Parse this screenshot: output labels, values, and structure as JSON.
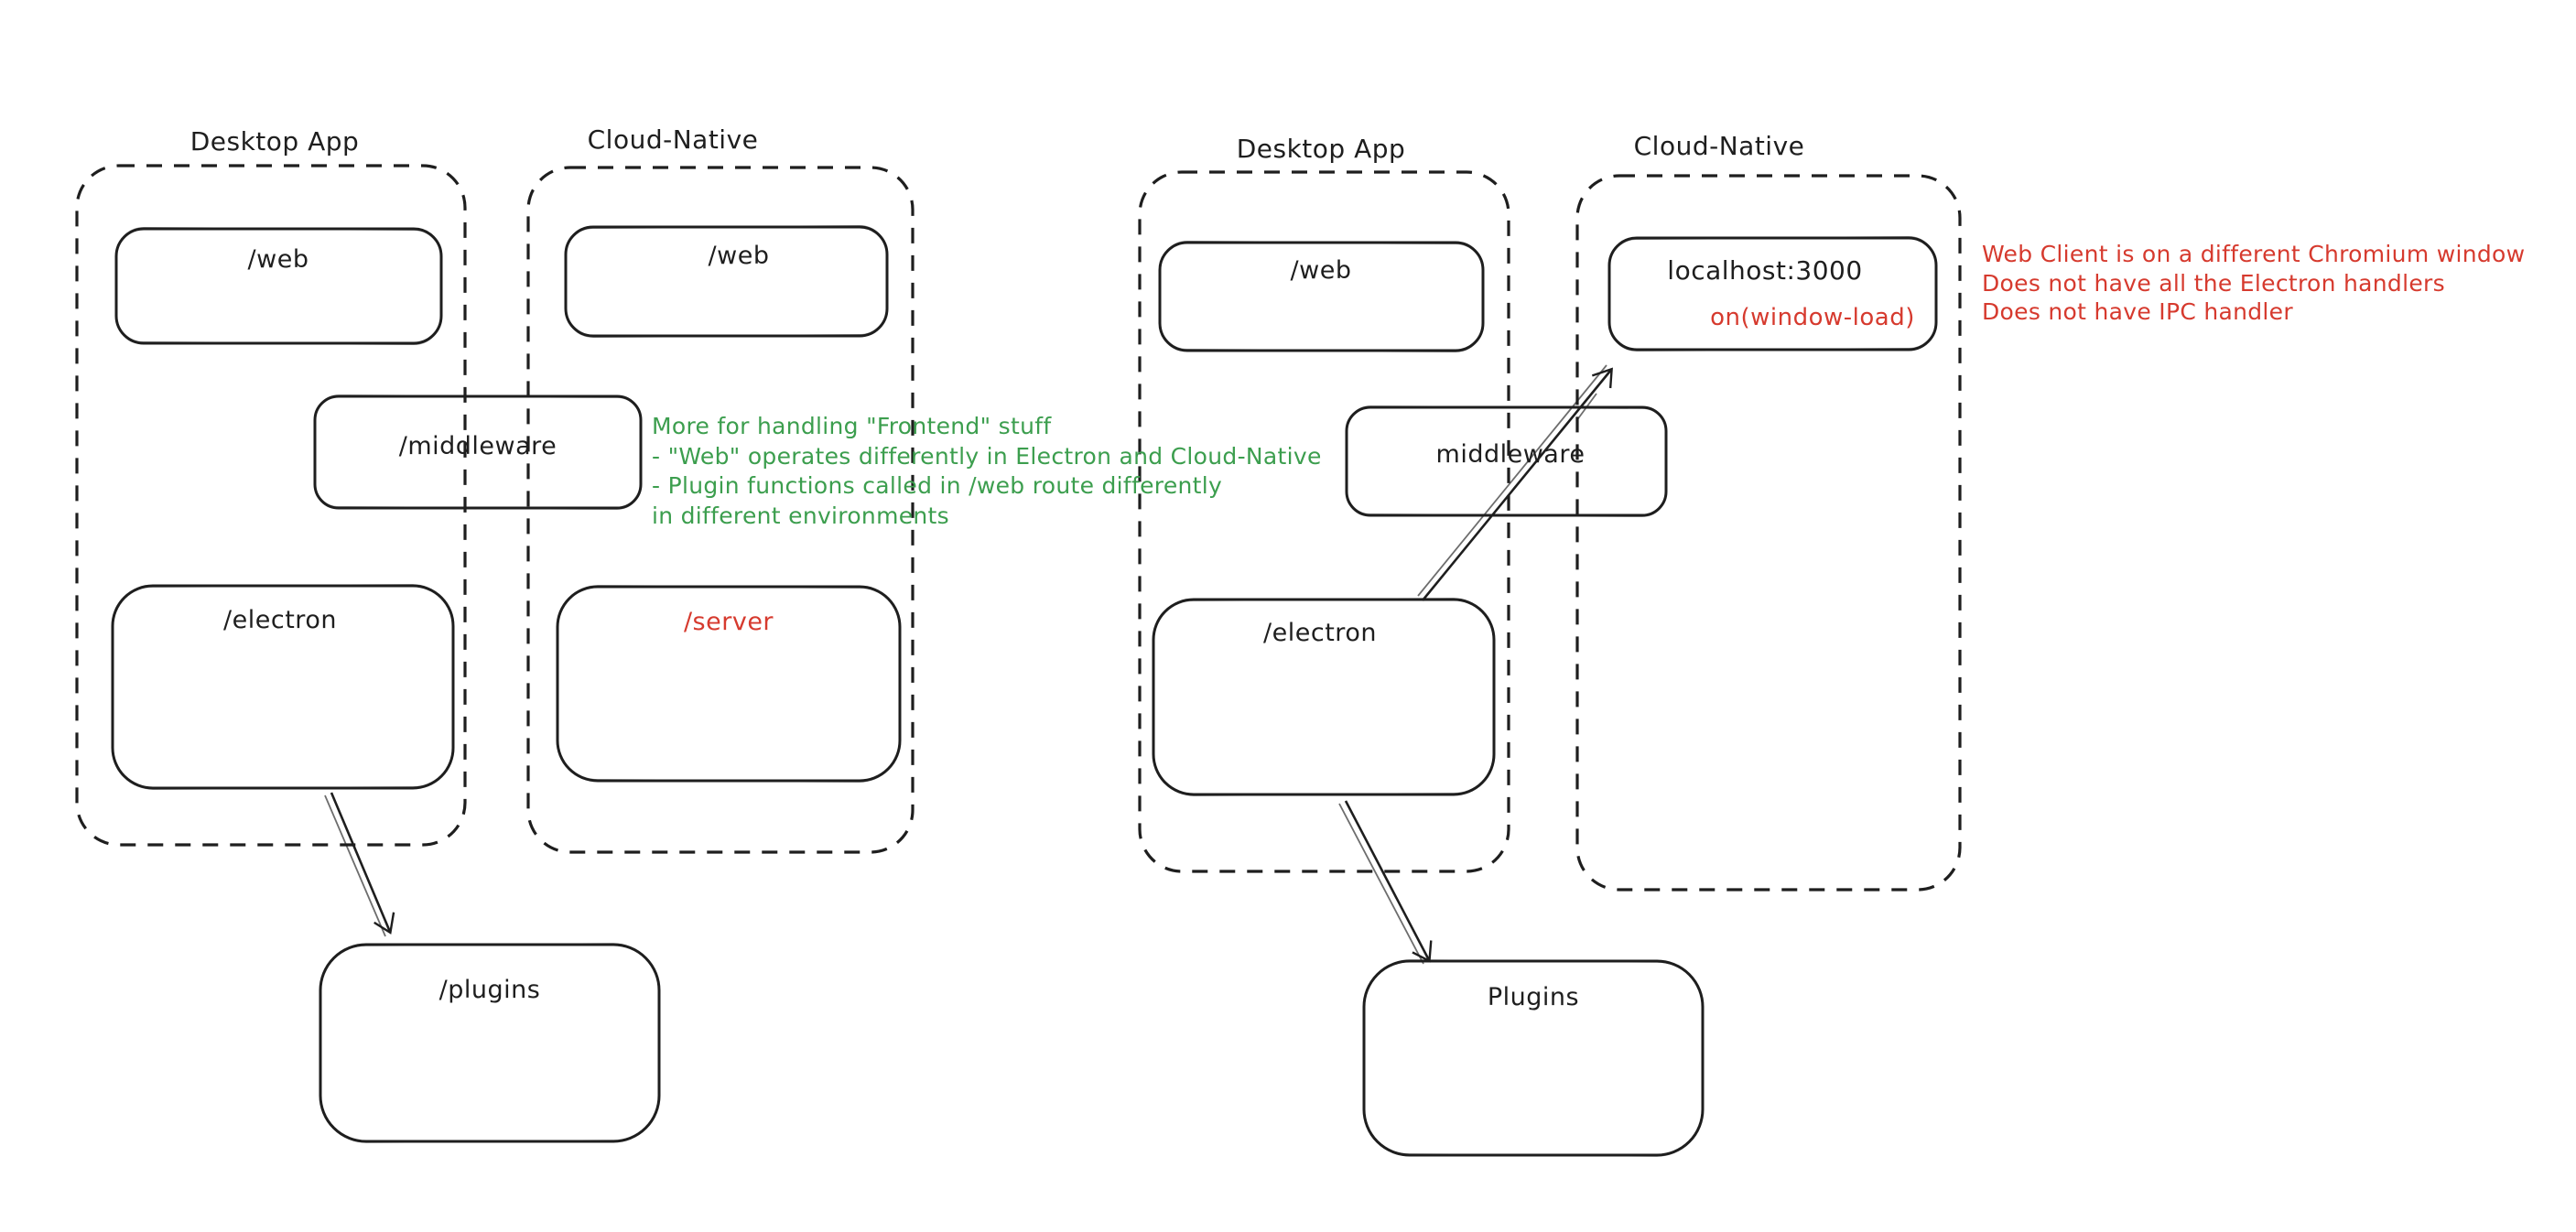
{
  "colors": {
    "ink": "#1e1e1e",
    "green": "#3c9e4e",
    "red": "#d63a2e",
    "background": "#ffffff"
  },
  "left_diagram": {
    "desktop_container_label": "Desktop App",
    "cloud_container_label": "Cloud-Native",
    "boxes": {
      "web_desktop": "/web",
      "web_cloud": "/web",
      "middleware": "/middleware",
      "electron": "/electron",
      "server": "/server",
      "plugins": "/plugins"
    },
    "note_color": "#3c9e4e",
    "note_lines": [
      "More for handling \"Frontend\" stuff",
      "- \"Web\" operates differently in Electron and Cloud-Native",
      "- Plugin functions called in /web route differently",
      "in different environments"
    ]
  },
  "right_diagram": {
    "desktop_container_label": "Desktop App",
    "cloud_container_label": "Cloud-Native",
    "boxes": {
      "web_desktop": "/web",
      "localhost": "localhost:3000",
      "on_window_load": "on(window-load)",
      "middleware": "middleware",
      "electron": "/electron",
      "plugins": "Plugins"
    },
    "note_color": "#d63a2e",
    "note_lines": [
      "Web Client is on a different Chromium window",
      "Does not have all the Electron handlers",
      "Does not have IPC handler"
    ]
  }
}
